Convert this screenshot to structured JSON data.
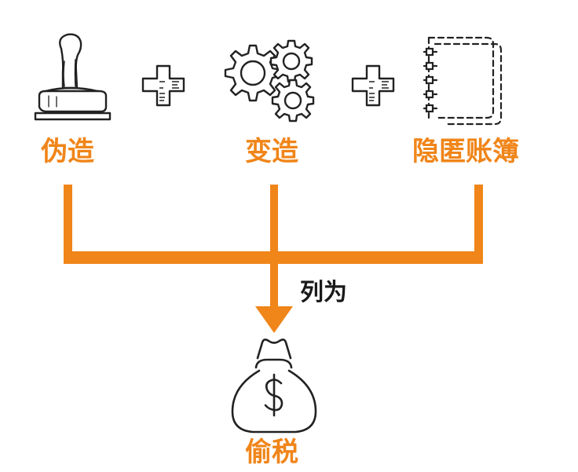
{
  "diagram": {
    "inputs": [
      {
        "label": "伪造",
        "icon": "stamp-icon"
      },
      {
        "label": "变造",
        "icon": "gears-icon"
      },
      {
        "label": "隐匿账簿",
        "icon": "notebook-icon"
      }
    ],
    "operator": "plus-icon",
    "connector_label": "列为",
    "result": {
      "label": "偷税",
      "icon": "money-bag-icon"
    }
  },
  "colors": {
    "accent": "#f08519",
    "text_dark": "#1a1a1a",
    "icon_stroke": "#222222"
  }
}
